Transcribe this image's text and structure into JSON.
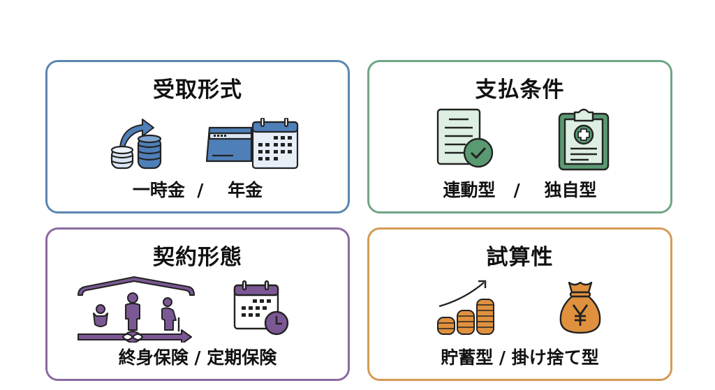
{
  "cards": [
    {
      "id": "receipt-format",
      "title": "受取形式",
      "label": "一時金  /    年金",
      "options": [
        "一時金",
        "年金"
      ],
      "icons": [
        "coin-stacks-arrow-icon",
        "card-calendar-icon"
      ],
      "border_color": "#5b86b0",
      "accent_color": "#4f7fb8"
    },
    {
      "id": "payment-conditions",
      "title": "支払条件",
      "label": "連動型   /    独自型",
      "options": [
        "連動型",
        "独自型"
      ],
      "icons": [
        "document-check-icon",
        "medical-clipboard-icon"
      ],
      "border_color": "#6fa585",
      "accent_color": "#5a9a72"
    },
    {
      "id": "contract-type",
      "title": "契約形態",
      "label": "終身保険 / 定期保険",
      "options": [
        "終身保険",
        "定期保険"
      ],
      "icons": [
        "lifetime-family-icon",
        "calendar-clock-icon"
      ],
      "border_color": "#8a6a9f",
      "accent_color": "#7b5894"
    },
    {
      "id": "calculability",
      "title": "試算性",
      "label": "貯蓄型 / 掛け捨て型",
      "options": [
        "貯蓄型",
        "掛け捨て型"
      ],
      "icons": [
        "growing-coins-icon",
        "yen-money-bag-icon"
      ],
      "border_color": "#d59a55",
      "accent_color": "#e0913e"
    }
  ]
}
